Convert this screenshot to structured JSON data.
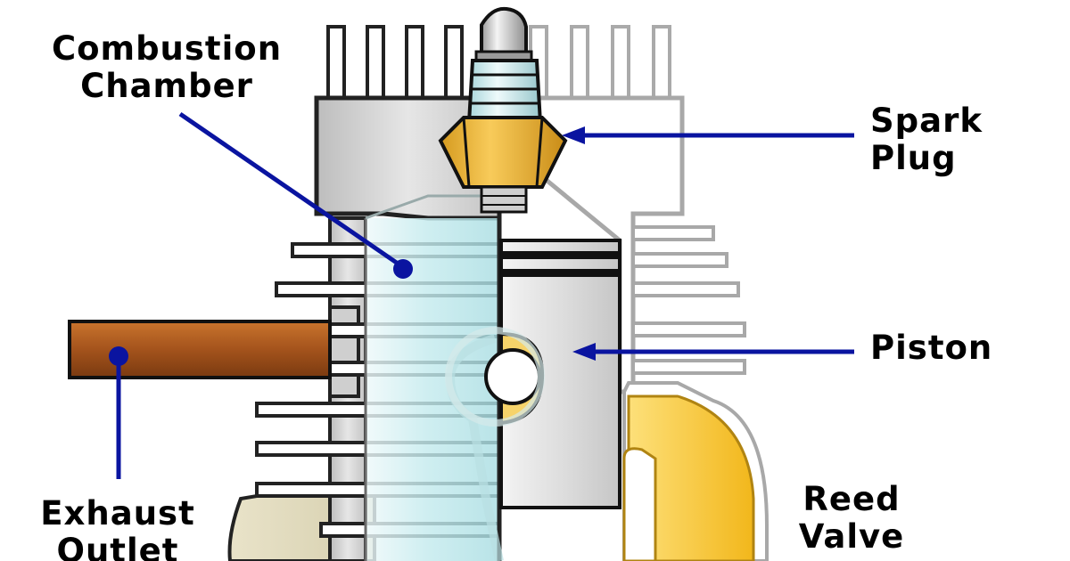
{
  "diagram": {
    "labels": {
      "combustion_chamber": [
        "Combustion",
        "Chamber"
      ],
      "spark_plug": [
        "Spark",
        "Plug"
      ],
      "piston": [
        "Piston"
      ],
      "exhaust_outlet": [
        "Exhaust",
        "Outlet"
      ],
      "reed_valve": [
        "Reed",
        "Valve"
      ]
    },
    "colors": {
      "callout_line": "#0a14a0",
      "exhaust_pipe": "#a0501c",
      "spark_plug_nut": "#f0b93a",
      "crankcase": "#f6c22c",
      "cylinder_bore": "#c9ecef",
      "piston": "#dcdcdc",
      "cylinder_casting": "#a8a8a8",
      "outline": "#111111"
    }
  }
}
